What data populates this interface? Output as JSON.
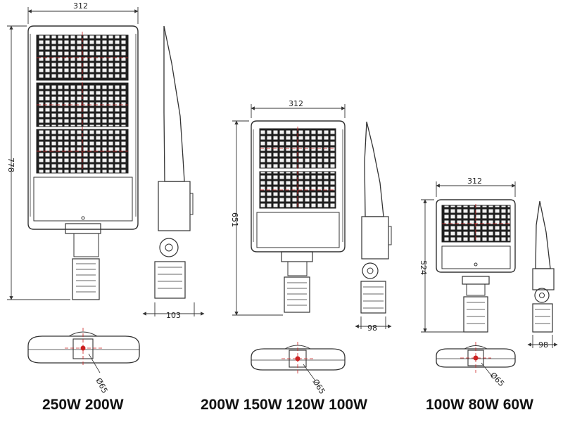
{
  "groups": [
    {
      "caption": "250W 200W",
      "dimensions": {
        "width": "312",
        "height": "778",
        "side_depth": "103",
        "pole_diameter": "Ø65"
      }
    },
    {
      "caption": "200W 150W 120W 100W",
      "dimensions": {
        "width": "312",
        "height": "651",
        "side_depth": "98",
        "pole_diameter": "Ø65"
      }
    },
    {
      "caption": "100W 80W 60W",
      "dimensions": {
        "width": "312",
        "height": "524",
        "side_depth": "98",
        "pole_diameter": "Ø65"
      }
    }
  ],
  "colors": {
    "line": "#333333",
    "module_fill": "#1e1e1e",
    "centerline": "#cc2222",
    "background": "#ffffff"
  }
}
